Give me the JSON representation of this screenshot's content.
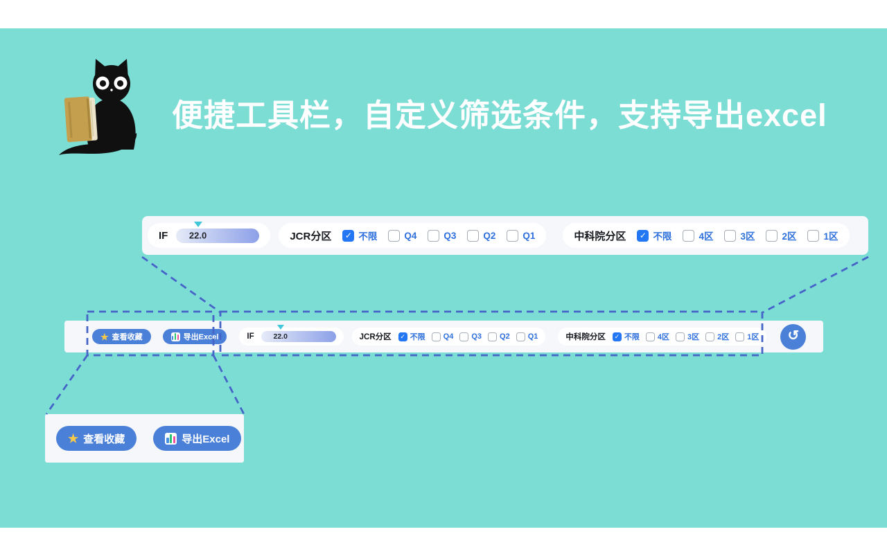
{
  "title": "便捷工具栏，自定义筛选条件，支持导出excel",
  "buttons": {
    "view_favorites": "查看收藏",
    "export_excel": "导出Excel"
  },
  "filters": {
    "if": {
      "label": "IF",
      "value": "22.0"
    },
    "jcr": {
      "label": "JCR分区",
      "options": [
        {
          "label": "不限",
          "checked": true
        },
        {
          "label": "Q4",
          "checked": false
        },
        {
          "label": "Q3",
          "checked": false
        },
        {
          "label": "Q2",
          "checked": false
        },
        {
          "label": "Q1",
          "checked": false
        }
      ]
    },
    "cas": {
      "label": "中科院分区",
      "options": [
        {
          "label": "不限",
          "checked": true
        },
        {
          "label": "4区",
          "checked": false
        },
        {
          "label": "3区",
          "checked": false
        },
        {
          "label": "2区",
          "checked": false
        },
        {
          "label": "1区",
          "checked": false
        }
      ]
    }
  },
  "icons": {
    "star": "★",
    "checkmark": "✓",
    "refresh": "↺",
    "slider_marker": "triangle-down",
    "excel": "spreadsheet-bars",
    "cat_mascot": "black-cat-with-book"
  },
  "colors": {
    "background_teal": "#7CDDD5",
    "panel_white": "#F5F7FB",
    "pill_white": "#FFFFFF",
    "button_blue": "#4A80D8",
    "checkbox_blue": "#2377F4",
    "link_blue": "#2D6FDD",
    "dashed_blue": "#4664C8",
    "star_yellow": "#F6C94A",
    "slider_marker_teal": "#41C7D9",
    "slider_grad_start": "#E6EBF8",
    "slider_grad_end": "#8CA0E8",
    "title_white": "#FFFFFF"
  }
}
